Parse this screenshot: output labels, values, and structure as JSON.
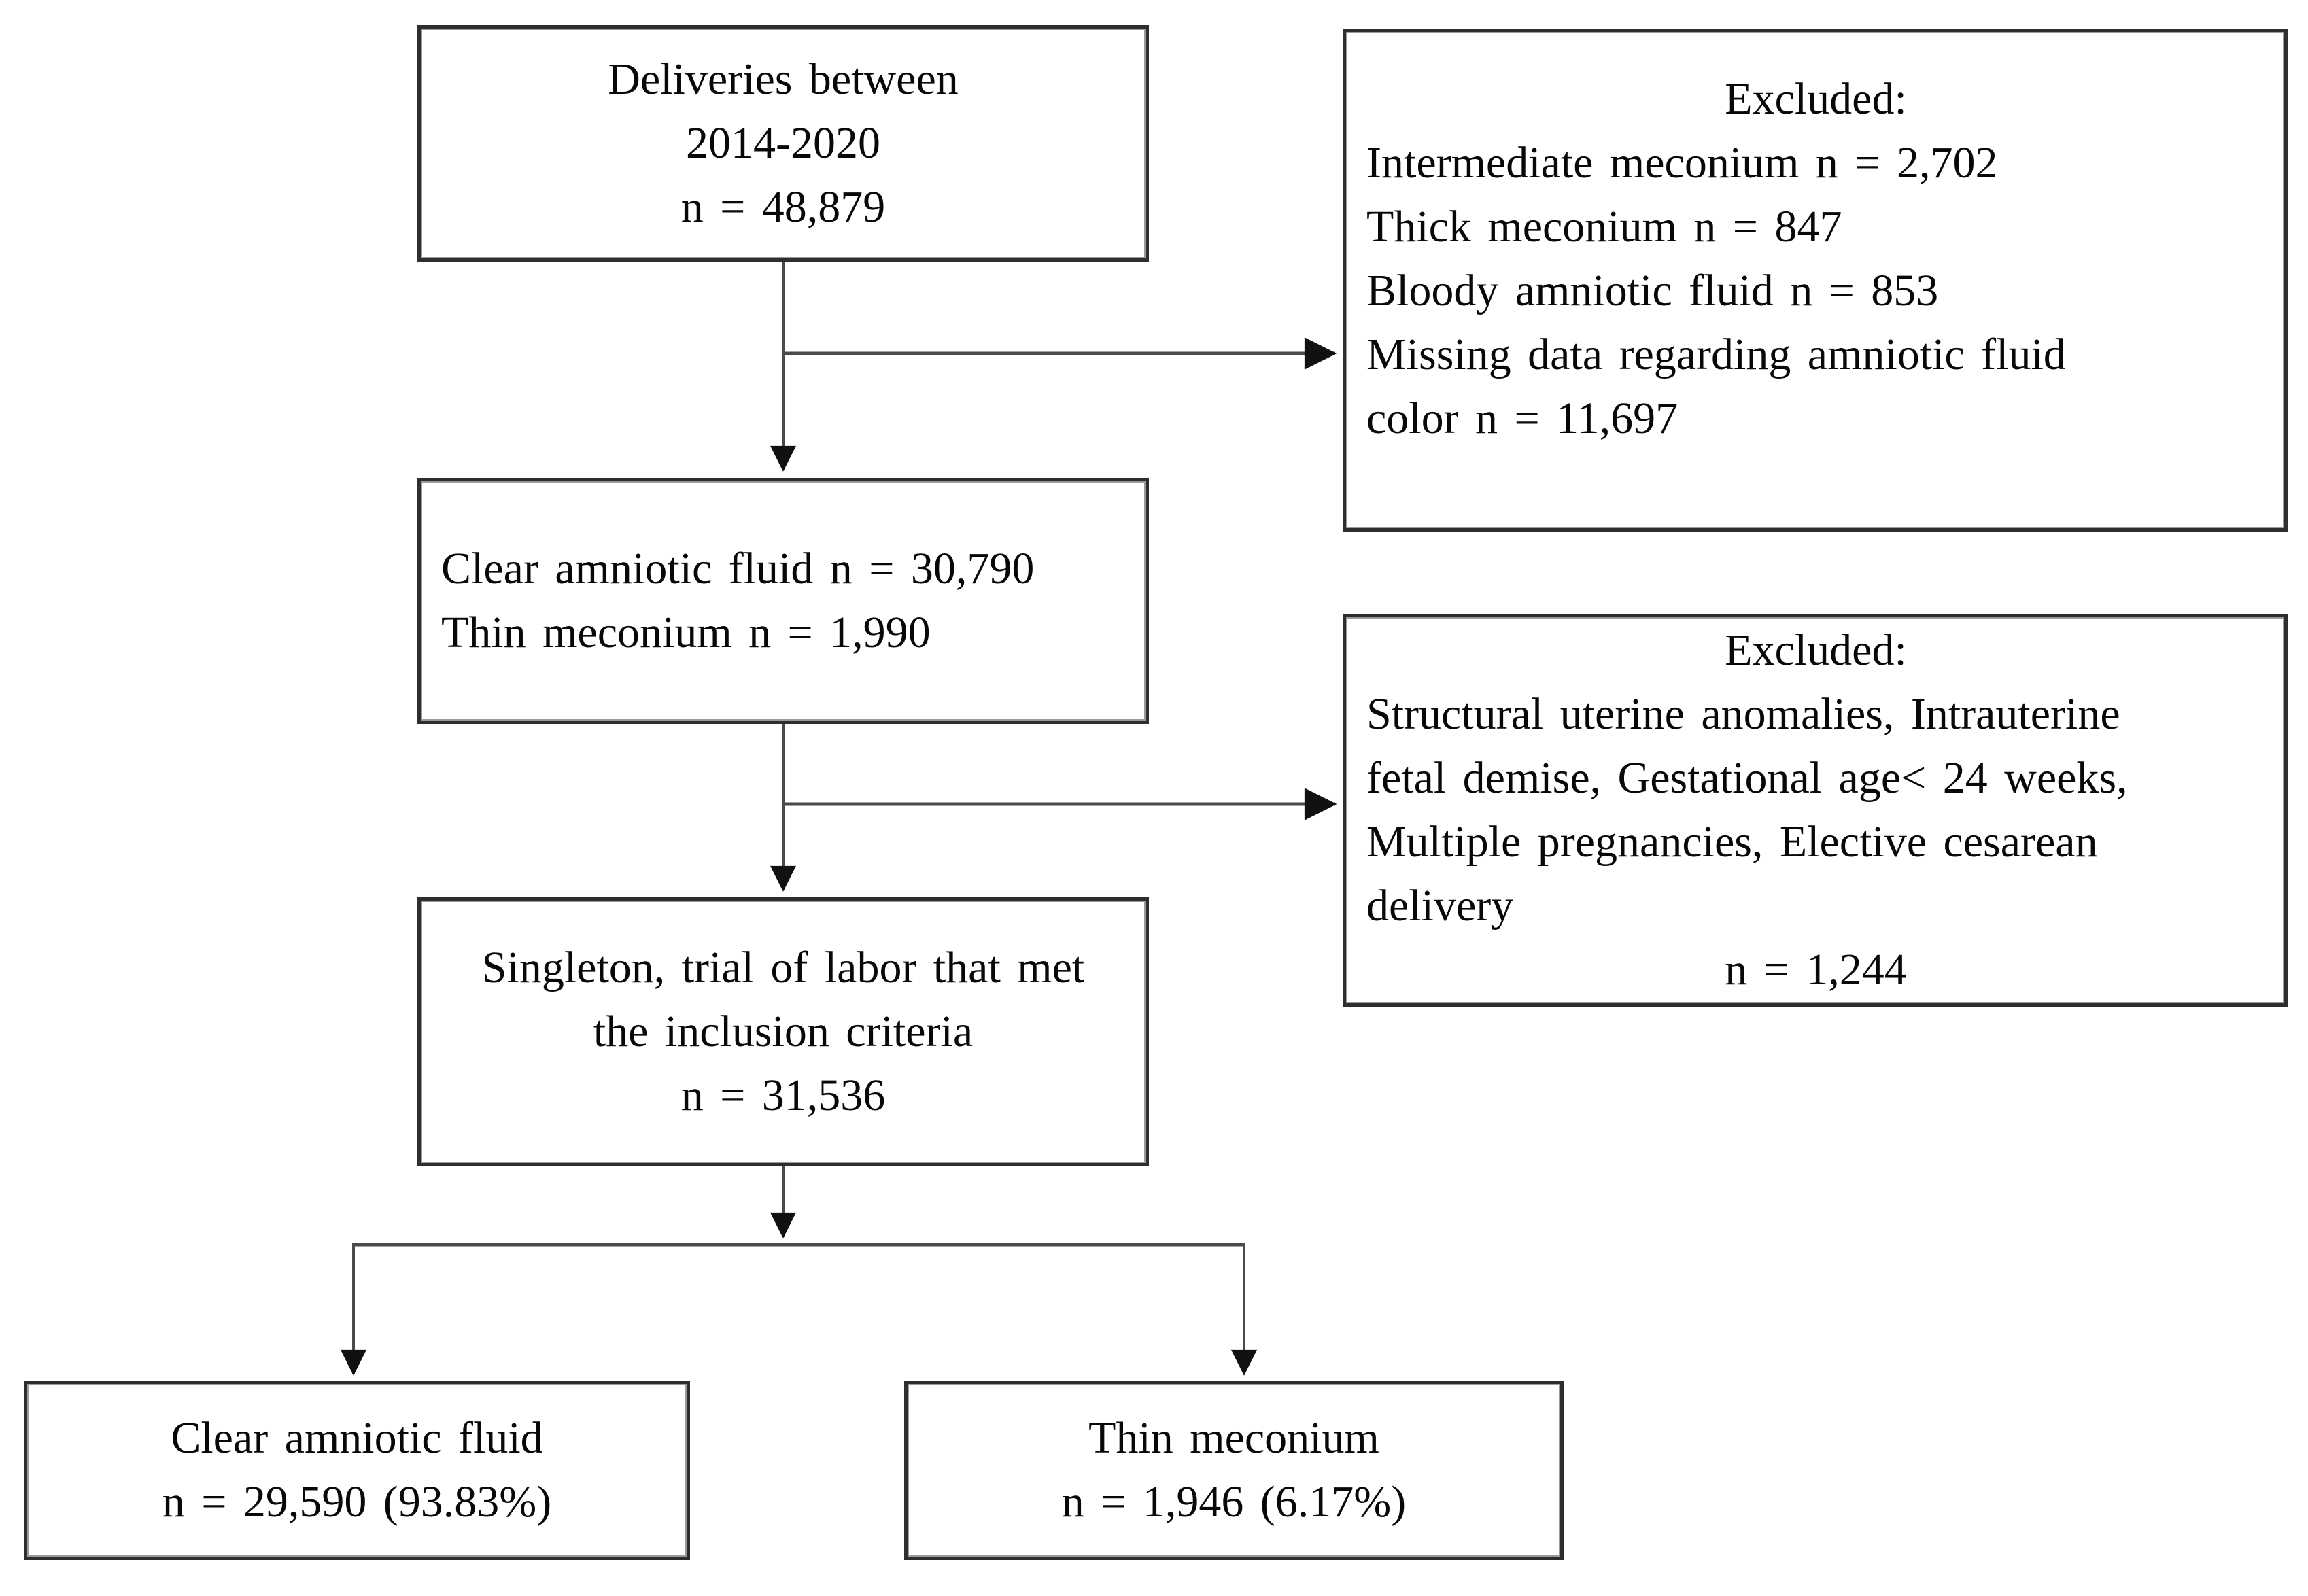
{
  "boxes": {
    "deliveries": {
      "lines": [
        "Deliveries between",
        "2014-2020",
        "n = 48,879"
      ]
    },
    "excluded1": {
      "heading": "Excluded:",
      "lines": [
        "Intermediate meconium n = 2,702",
        "Thick meconium n = 847",
        "Bloody amniotic fluid n = 853",
        "Missing data regarding amniotic fluid",
        "color n = 11,697"
      ]
    },
    "eligible": {
      "lines": [
        "Clear amniotic fluid n = 30,790",
        "Thin meconium n = 1,990"
      ]
    },
    "excluded2": {
      "heading": "Excluded:",
      "lines": [
        "Structural uterine anomalies, Intrauterine",
        "fetal demise, Gestational age< 24 weeks,",
        "Multiple pregnancies, Elective cesarean",
        "delivery"
      ],
      "count": "n = 1,244"
    },
    "singleton": {
      "lines": [
        "Singleton, trial of labor that met",
        "the inclusion criteria",
        "n = 31,536"
      ]
    },
    "clear_outcome": {
      "lines": [
        "Clear amniotic fluid",
        "n = 29,590 (93.83%)"
      ]
    },
    "thin_outcome": {
      "lines": [
        "Thin meconium",
        "n = 1,946 (6.17%)"
      ]
    }
  },
  "style": {
    "line_color": "#4a4a4a",
    "arrowhead_color": "#111111",
    "border_color": "#2e2e2e"
  }
}
